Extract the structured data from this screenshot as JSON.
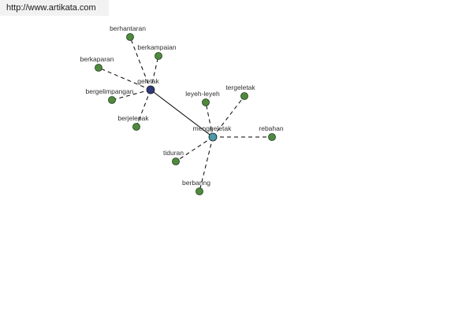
{
  "source_url": "http://www.artikata.com",
  "colors": {
    "leaf": "#4f8a3c",
    "hub_primary": "#2f3a7a",
    "hub_secondary": "#4a9aa8",
    "edge": "#000000"
  },
  "graph": {
    "nodes": [
      {
        "id": "geletak",
        "label": "geletak",
        "kind": "hub_primary"
      },
      {
        "id": "menggeletak",
        "label": "menggeletak",
        "kind": "hub_secondary"
      },
      {
        "id": "berhantaran",
        "label": "berhantaran",
        "kind": "leaf"
      },
      {
        "id": "berkampaian",
        "label": "berkampaian",
        "kind": "leaf"
      },
      {
        "id": "berkaparan",
        "label": "berkaparan",
        "kind": "leaf"
      },
      {
        "id": "bergelimpangan",
        "label": "bergelimpangan",
        "kind": "leaf"
      },
      {
        "id": "berjelepak",
        "label": "berjelepak",
        "kind": "leaf"
      },
      {
        "id": "leyeh-leyeh",
        "label": "leyeh-leyeh",
        "kind": "leaf"
      },
      {
        "id": "tergeletak",
        "label": "tergeletak",
        "kind": "leaf"
      },
      {
        "id": "rebahan",
        "label": "rebahan",
        "kind": "leaf"
      },
      {
        "id": "tiduran",
        "label": "tiduran",
        "kind": "leaf"
      },
      {
        "id": "berbaring",
        "label": "berbaring",
        "kind": "leaf"
      }
    ],
    "edges": [
      {
        "from": "geletak",
        "to": "berhantaran",
        "style": "dashed"
      },
      {
        "from": "geletak",
        "to": "berkampaian",
        "style": "dashed"
      },
      {
        "from": "geletak",
        "to": "berkaparan",
        "style": "dashed"
      },
      {
        "from": "geletak",
        "to": "bergelimpangan",
        "style": "dashed"
      },
      {
        "from": "geletak",
        "to": "berjelepak",
        "style": "dashed"
      },
      {
        "from": "geletak",
        "to": "menggeletak",
        "style": "solid"
      },
      {
        "from": "menggeletak",
        "to": "leyeh-leyeh",
        "style": "dashed"
      },
      {
        "from": "menggeletak",
        "to": "tergeletak",
        "style": "dashed"
      },
      {
        "from": "menggeletak",
        "to": "rebahan",
        "style": "dashed"
      },
      {
        "from": "menggeletak",
        "to": "tiduran",
        "style": "dashed"
      },
      {
        "from": "menggeletak",
        "to": "berbaring",
        "style": "dashed"
      }
    ]
  }
}
